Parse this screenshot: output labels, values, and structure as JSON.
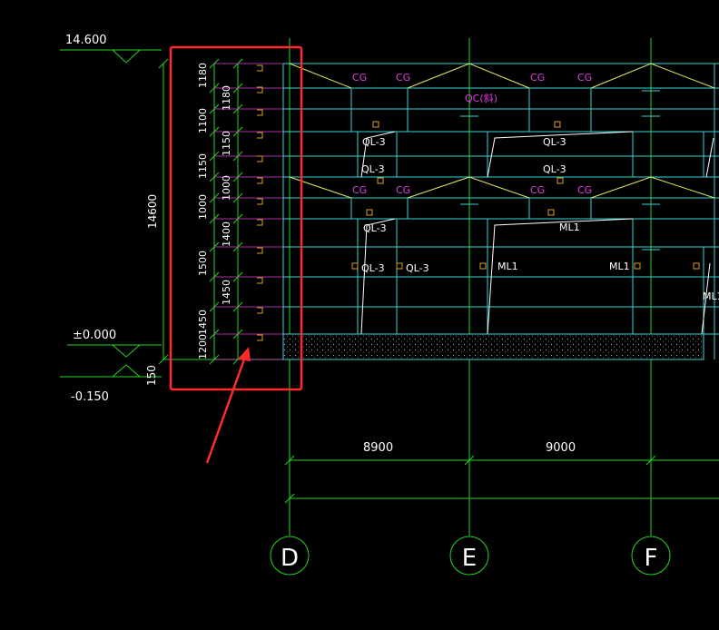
{
  "colors": {
    "background": "#000000",
    "grid_line": "#28d228",
    "floor_line": "#3cd2d2",
    "roof_truss": "#e8e860",
    "magenta_label": "#e040e0",
    "white_label": "#ffffff",
    "highlight": "#ff2a2a",
    "marker": "#e0a020",
    "ground_fill": "#b0b0b0"
  },
  "elevations": {
    "top": "14.600",
    "zero": "±0.000",
    "below": "-0.150"
  },
  "overall_height_label": "14600",
  "ground_offset_label": "150",
  "outer_dims": [
    "1180",
    "1100",
    "1150",
    "1000",
    "1500",
    "1450",
    "1200"
  ],
  "inner_dims": [
    "1180",
    "1150",
    "1000",
    "1400",
    "1450"
  ],
  "bay_dims": [
    "8900",
    "9000"
  ],
  "axes": [
    "D",
    "E",
    "F"
  ],
  "annotations": {
    "cg": "CG",
    "qc": "QC(斜)",
    "ql3": "QL-3",
    "ml1": "ML1"
  },
  "icons": [
    "elevation-marker-icon",
    "leader-arrow-icon"
  ]
}
